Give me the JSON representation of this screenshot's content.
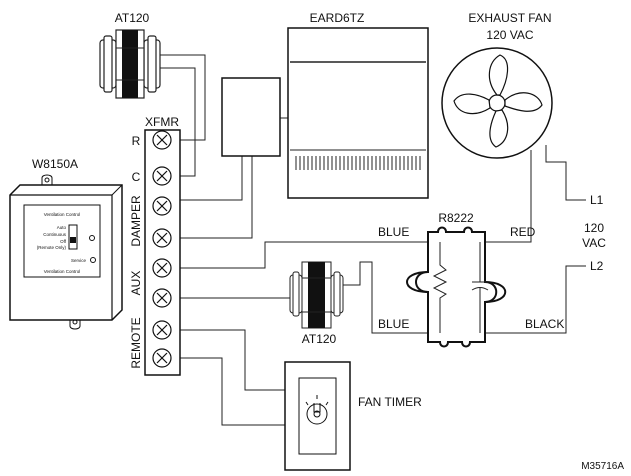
{
  "components": {
    "transformer_top": {
      "label": "AT120"
    },
    "transformer_mid": {
      "label": "AT120"
    },
    "terminal_block": {
      "label": "XFMR",
      "terminals": [
        "R",
        "C",
        "DAMPER",
        "AUX",
        "REMOTE"
      ]
    },
    "damper": {
      "label": "EARD6TZ"
    },
    "exhaust_fan": {
      "label_line1": "EXHAUST FAN",
      "label_line2": "120 VAC"
    },
    "ventilation_control": {
      "label": "W8150A",
      "panel_title": "Ventilation Control",
      "switch_options": [
        "Auto",
        "Continuous",
        "Off",
        "(Remote Only)"
      ],
      "service_label": "Service",
      "footer_label": "Ventilation Control"
    },
    "relay": {
      "label": "R8222"
    },
    "fan_timer": {
      "label": "FAN TIMER"
    }
  },
  "wire_labels": {
    "blue_top": "BLUE",
    "blue_bottom": "BLUE",
    "red": "RED",
    "black": "BLACK"
  },
  "power": {
    "l1": "L1",
    "voltage_line1": "120",
    "voltage_line2": "VAC",
    "l2": "L2"
  },
  "figure_id": "M35716A"
}
